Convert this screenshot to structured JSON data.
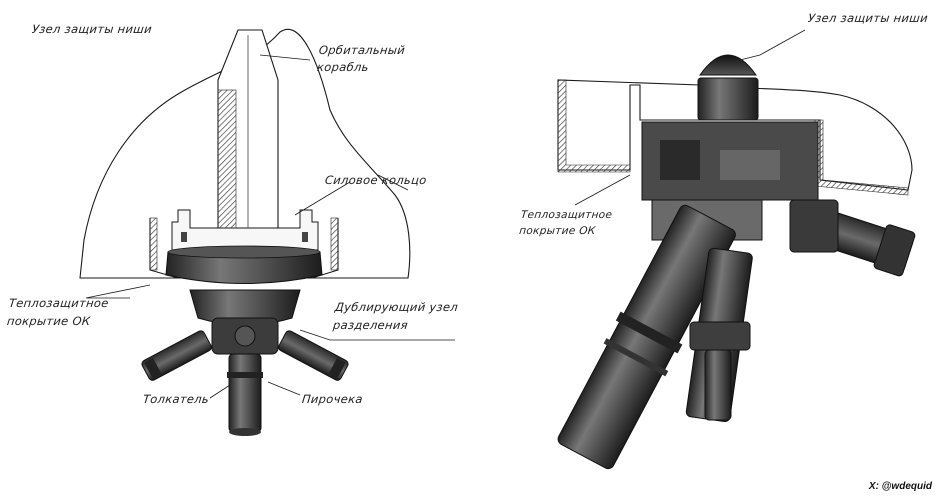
{
  "left_diagram": {
    "labels": {
      "niche_protection": "Узел защиты ниши",
      "orbital_ship": [
        "Орбитальный",
        "корабль"
      ],
      "power_ring": "Силовое кольцо",
      "heat_shield": [
        "Теплозащитное",
        "покрытие ОК"
      ],
      "backup_separation": [
        "Дублирующий узел",
        "разделения"
      ],
      "pusher": "Толкатель",
      "pyro_bolt": "Пирочека"
    }
  },
  "right_diagram": {
    "labels": {
      "niche_protection": "Узел защиты ниши",
      "heat_shield": [
        "Теплозащитное",
        "покрытие ОК"
      ]
    }
  },
  "credit": "X: @wdequid",
  "colors": {
    "ink": "#1a1a1a",
    "metal_dark": "#3a3a3a",
    "metal_mid": "#7a7a7a",
    "hatch": "#555555"
  }
}
